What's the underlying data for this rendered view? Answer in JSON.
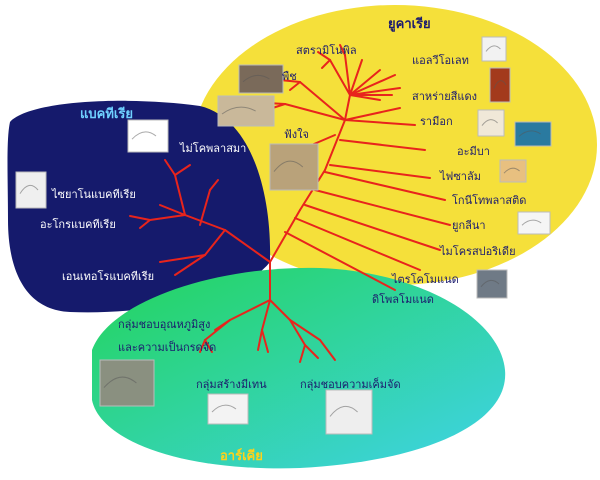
{
  "domains": {
    "eukarya": {
      "title": "ยูคาเรีย",
      "color": "#f7e23c",
      "groups": [
        "สตรามิโนพิล",
        "แอลวีโอเลท",
        "พืช",
        "สาหร่ายสีแดง",
        "รามีอก",
        "อะมีบา",
        "ฟังใจ",
        "ไม่โคพลาสมา",
        "ไฟซาลัม",
        "โกนีโทพลาสติด",
        "ยูกลีนา",
        "ไมโครสปอริเดีย",
        "ไตรโคโมแนด",
        "ดิโพลโมแนด"
      ]
    },
    "bacteria": {
      "title": "แบคทีเรีย",
      "color": "#141a6b",
      "groups": [
        "ไซยาโนแบคทีเรีย",
        "อะโกรแบคทีเรีย",
        "เอนเทอโรแบคทีเรีย"
      ]
    },
    "archaea": {
      "title": "อาร์เคีย",
      "color": "#2fd67a",
      "groups": [
        "กลุ่มชอบอุณหภูมิสูง",
        "และความเป็นกรดจัด",
        "กลุ่มสร้างมีเทน",
        "กลุ่มชอบความเค็มจัด"
      ]
    }
  },
  "branch_color": "#e8241c",
  "thumbnails": [
    "microscope-photo-1",
    "microscope-photo-2",
    "microscope-photo-3",
    "microscope-photo-4",
    "microscope-photo-5",
    "microscope-photo-6",
    "microscope-photo-7",
    "microscope-photo-8",
    "microscope-photo-9",
    "microscope-photo-10",
    "microscope-photo-11",
    "microscope-photo-12",
    "microscope-photo-13",
    "microscope-photo-14",
    "microscope-photo-15",
    "microscope-photo-16"
  ]
}
